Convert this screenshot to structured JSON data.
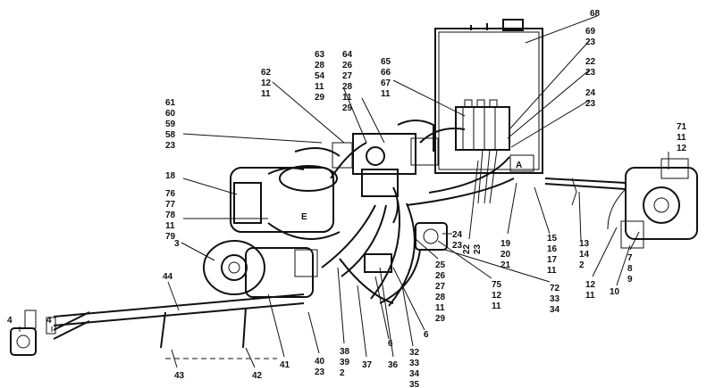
{
  "figure": {
    "line_color": "#111111",
    "background": "#ffffff",
    "frame_marker": "A",
    "block_marker": "E",
    "callouts": [
      {
        "id": "c68",
        "lines": [
          "68"
        ]
      },
      {
        "id": "c69",
        "lines": [
          "69",
          "23"
        ]
      },
      {
        "id": "c22a",
        "lines": [
          "22",
          "23"
        ]
      },
      {
        "id": "c24a",
        "lines": [
          "24",
          "23"
        ]
      },
      {
        "id": "c71",
        "lines": [
          "71",
          "11",
          "12"
        ]
      },
      {
        "id": "c63",
        "lines": [
          "63",
          "28",
          "54",
          "11",
          "29"
        ]
      },
      {
        "id": "c64",
        "lines": [
          "64",
          "26",
          "27",
          "28",
          "11",
          "29"
        ]
      },
      {
        "id": "c65",
        "lines": [
          "65",
          "66",
          "67",
          "11"
        ]
      },
      {
        "id": "c62",
        "lines": [
          "62",
          "12",
          "11"
        ]
      },
      {
        "id": "c61",
        "lines": [
          "61",
          "60",
          "59",
          "58",
          "23"
        ]
      },
      {
        "id": "c18",
        "lines": [
          "18"
        ]
      },
      {
        "id": "c76",
        "lines": [
          "76",
          "77",
          "78",
          "11",
          "79"
        ]
      },
      {
        "id": "c3",
        "lines": [
          "3"
        ]
      },
      {
        "id": "c44",
        "lines": [
          "44"
        ]
      },
      {
        "id": "c4a",
        "lines": [
          "4"
        ]
      },
      {
        "id": "c4b",
        "lines": [
          "4"
        ]
      },
      {
        "id": "c24b",
        "lines": [
          "24",
          "23"
        ]
      },
      {
        "id": "c22b",
        "lines": [
          "22",
          "23"
        ]
      },
      {
        "id": "c19",
        "lines": [
          "19",
          "20",
          "21"
        ]
      },
      {
        "id": "c15",
        "lines": [
          "15",
          "16",
          "17",
          "11"
        ]
      },
      {
        "id": "c13",
        "lines": [
          "13",
          "14",
          "2"
        ]
      },
      {
        "id": "c25",
        "lines": [
          "25",
          "26",
          "27",
          "28",
          "11",
          "29"
        ]
      },
      {
        "id": "c75",
        "lines": [
          "75",
          "12",
          "11"
        ]
      },
      {
        "id": "c72",
        "lines": [
          "72",
          "33",
          "34"
        ]
      },
      {
        "id": "c12b",
        "lines": [
          "12",
          "11"
        ]
      },
      {
        "id": "c10",
        "lines": [
          "10"
        ]
      },
      {
        "id": "c7",
        "lines": [
          "7",
          "8",
          "9"
        ]
      },
      {
        "id": "c6a",
        "lines": [
          "6"
        ]
      },
      {
        "id": "c6b",
        "lines": [
          "6"
        ]
      },
      {
        "id": "c43",
        "lines": [
          "43"
        ]
      },
      {
        "id": "c42",
        "lines": [
          "42"
        ]
      },
      {
        "id": "c41",
        "lines": [
          "41"
        ]
      },
      {
        "id": "c40",
        "lines": [
          "40",
          "23"
        ]
      },
      {
        "id": "c38",
        "lines": [
          "38",
          "39",
          "2"
        ]
      },
      {
        "id": "c37",
        "lines": [
          "37"
        ]
      },
      {
        "id": "c36",
        "lines": [
          "36"
        ]
      },
      {
        "id": "c32",
        "lines": [
          "32",
          "33",
          "34",
          "35"
        ]
      }
    ]
  }
}
